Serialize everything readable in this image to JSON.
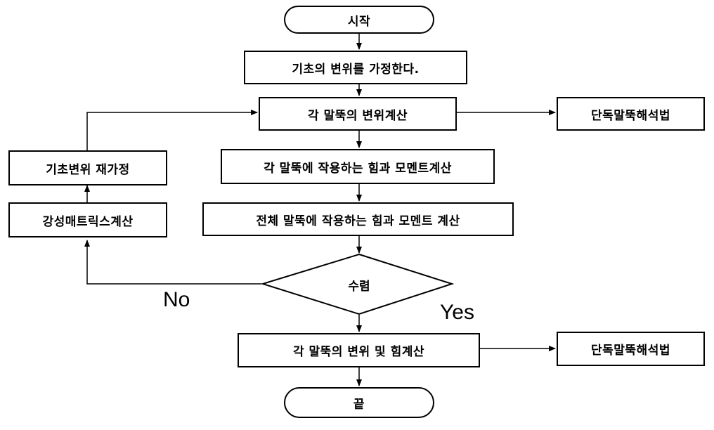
{
  "nodes": {
    "start": "시작",
    "assume_displacement": "기초의 변위를 가정한다.",
    "calc_pile_displacement": "각 말뚝의 변위계산",
    "single_pile_analysis_1": "단독말뚝해석법",
    "reassume_foundation": "기초변위 재가정",
    "pile_force_moment": "각 말뚝에 작용하는 힘과 모멘트계산",
    "stiffness_matrix": "강성매트릭스계산",
    "total_force_moment": "전체 말뚝에 작용하는 힘과 모멘트 계산",
    "convergence": "수렴",
    "final_displacement_force": "각 말뚝의 변위 및 힘계산",
    "single_pile_analysis_2": "단독말뚝해석법",
    "end": "끝"
  },
  "edge_labels": {
    "no": "No",
    "yes": "Yes"
  }
}
